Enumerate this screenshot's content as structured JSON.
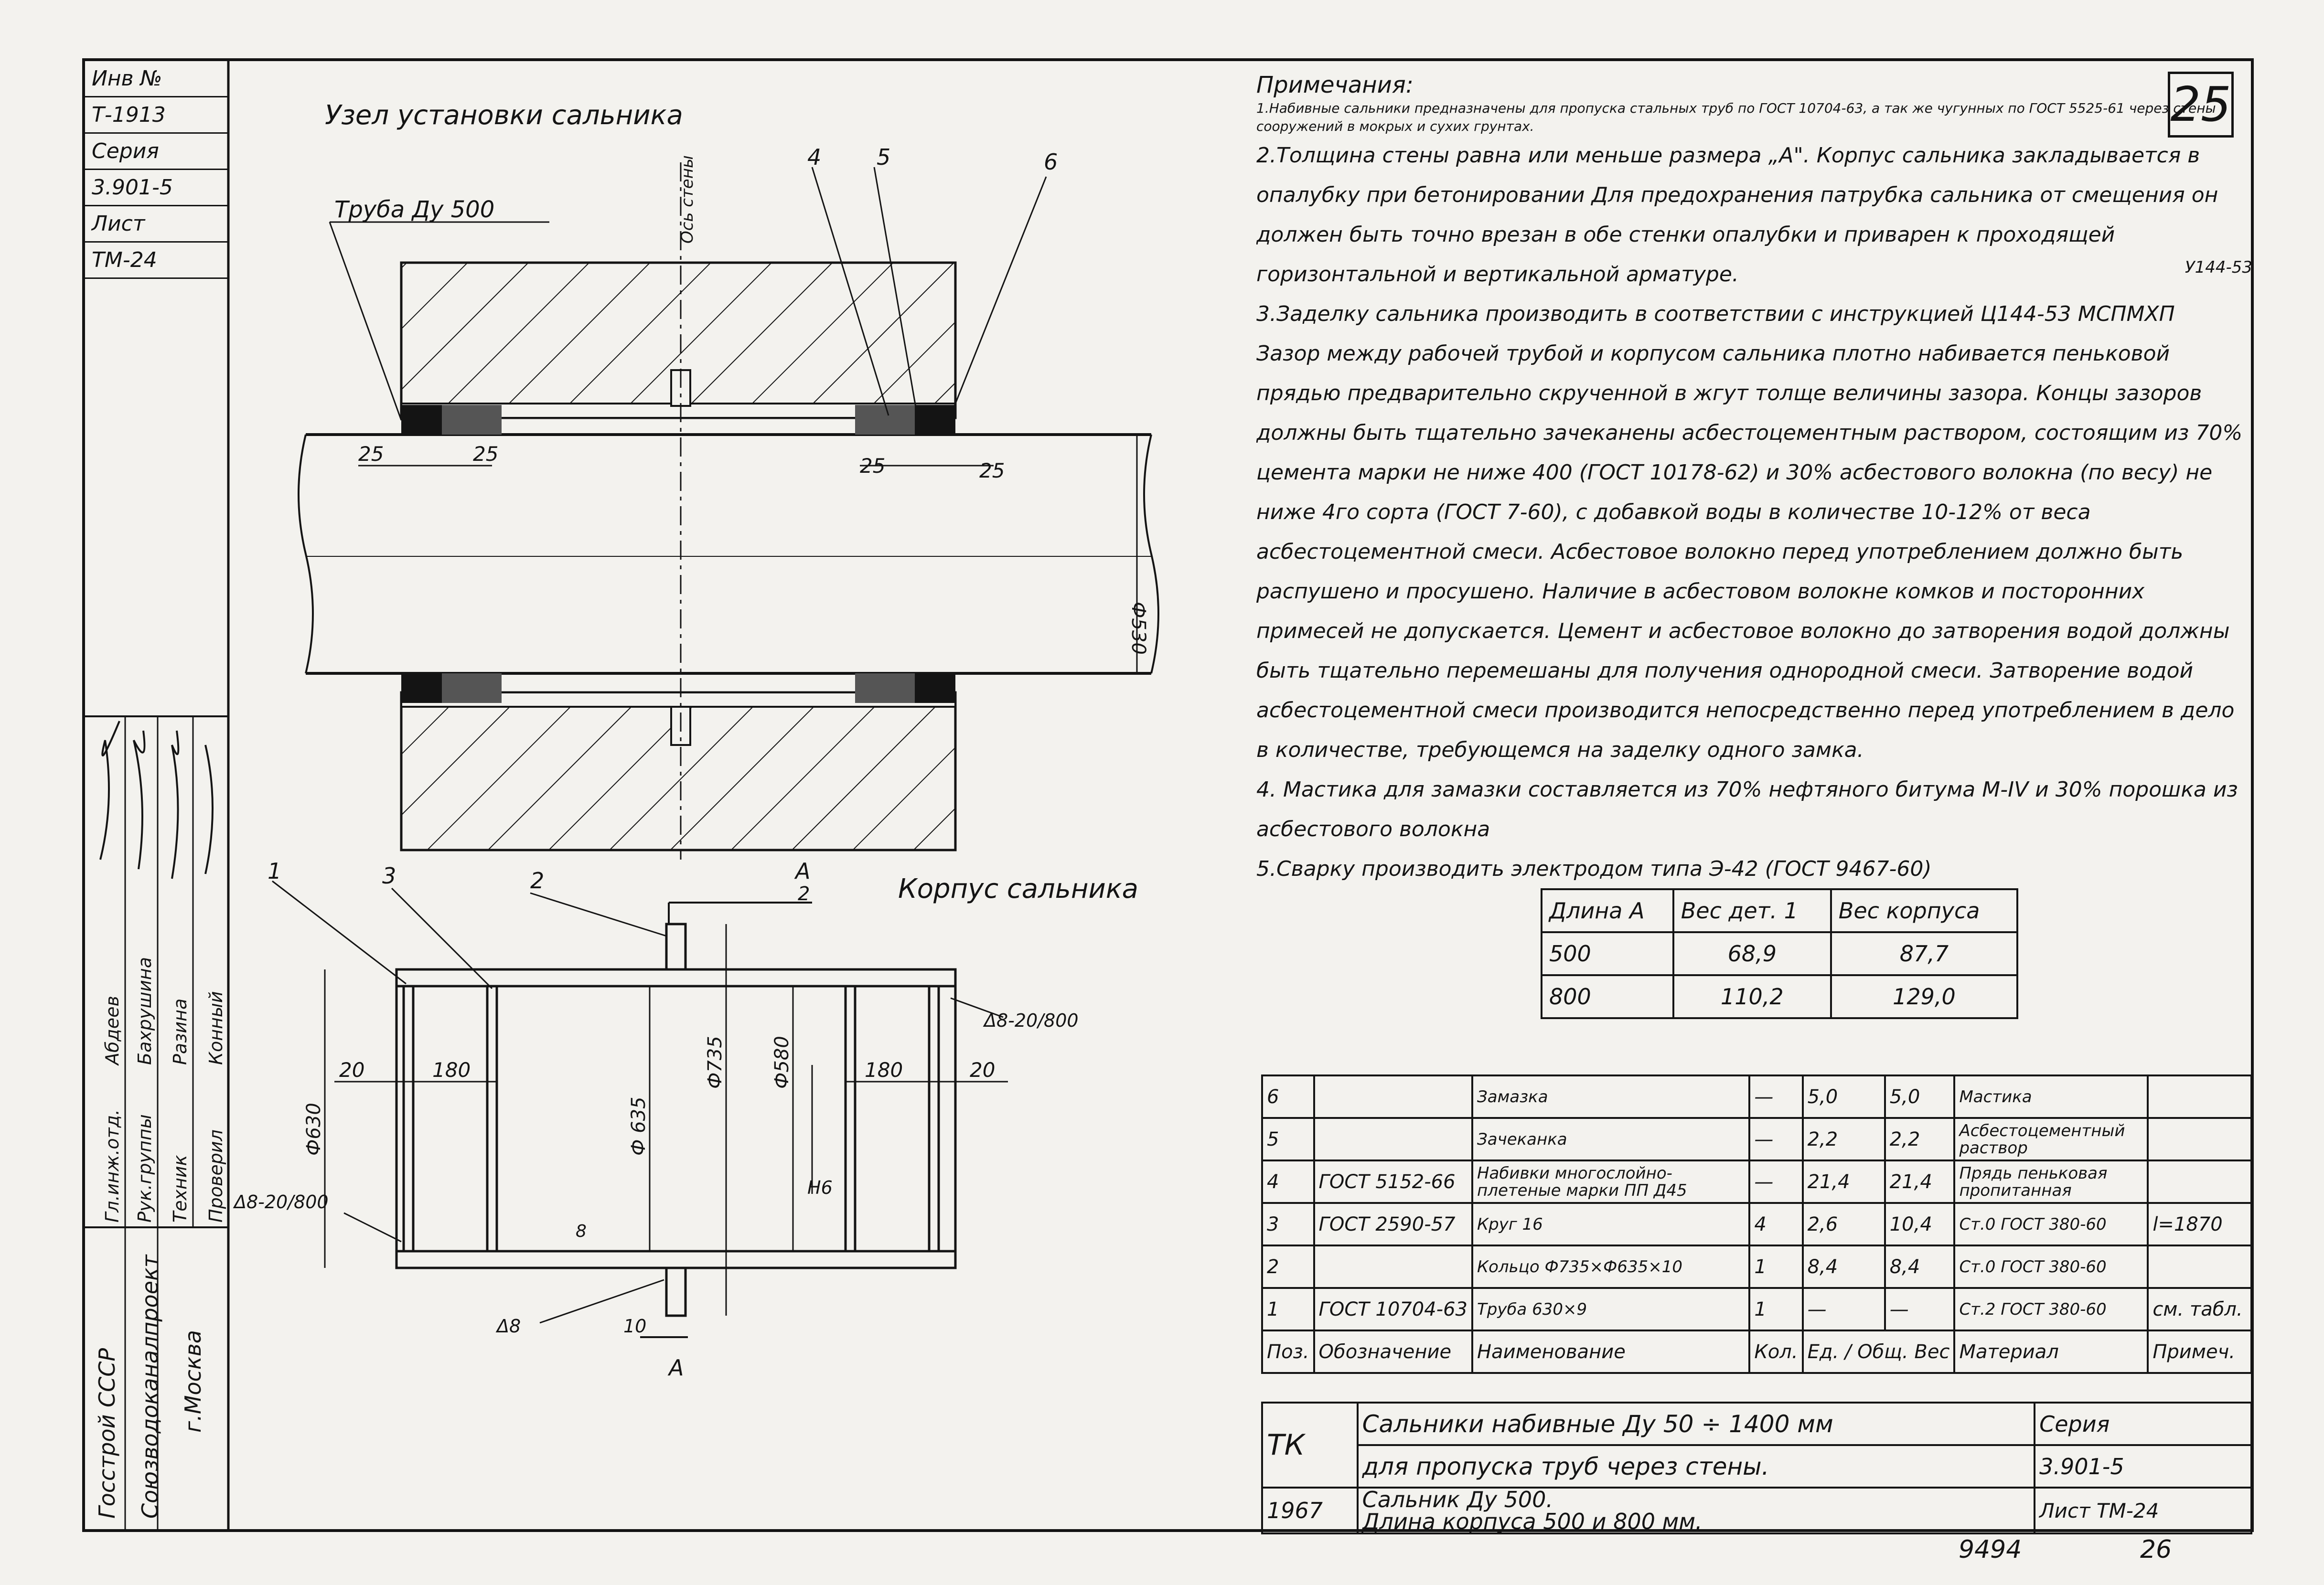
{
  "header_block": [
    "Инв №",
    "Т-1913",
    "Серия",
    "3.901-5",
    "Лист",
    "ТМ-24"
  ],
  "views": {
    "top_title": "Узел установки сальника",
    "pipe_label": "Труба Ду 500",
    "wall_axis_label": "Ось стены",
    "bottom_title": "Корпус сальника",
    "callouts": [
      "1",
      "2",
      "3",
      "4",
      "5",
      "6"
    ],
    "section_label": "А",
    "section_fraction_bottom": "2"
  },
  "dimensions": {
    "top": [
      "25",
      "25",
      "25",
      "25",
      "Ф530"
    ],
    "bottom": [
      "20",
      "180",
      "180",
      "20",
      "Ф630",
      "Ф 635",
      "Ф735",
      "Ф580",
      "Н6",
      "8",
      "10",
      "А",
      "Δ8-20/800",
      "Δ8-20/800",
      "Δ8"
    ]
  },
  "notes": {
    "title": "Примечания:",
    "items": [
      "1.Набивные сальники предназначены для пропуска стальных труб по ГОСТ 10704-63, а так же чугунных по ГОСТ 5525-61 через стены сооружений в мокрых и сухих грунтах.",
      "2.Толщина стены равна или меньше размера „А\". Корпус сальника закладывается в опалубку при бетонировании Для предохранения патрубка сальника от смещения он должен быть точно врезан в обе стенки опалубки и приварен к проходящей горизонтальной и вертикальной арматуре.",
      "3.Заделку сальника производить в соответствии с инструкцией  Ц144-53 МСПМХП",
      "Зазор между рабочей трубой и корпусом сальника плотно набивается пеньковой прядью предварительно скрученной в жгут толще величины зазора. Концы зазоров должны быть тщательно зачеканены асбестоцементным раствором, состоящим из 70% цемента марки не ниже 400 (ГОСТ 10178-62) и 30% асбестового волокна (по весу) не ниже 4го сорта (ГОСТ 7-60), с добавкой воды в количестве 10-12% от веса асбестоцементной смеси. Асбестовое волокно перед употреблением должно быть распушено и просушено. Наличие в асбестовом волокне комков и посторонних примесей не допускается. Цемент и асбестовое волокно до затворения водой должны быть тщательно перемешаны для получения однородной смеси. Затворение водой асбестоцементной смеси производится непосредственно перед употреблением в дело в количестве, требующемся на заделку одного замка.",
      "4. Мастика для замазки составляется из 70% нефтяного битума М-IV и 30% порошка из асбестового волокна",
      "5.Сварку производить электродом типа Э-42 (ГОСТ 9467-60)"
    ]
  },
  "weights_table": {
    "headers": [
      "Длина А",
      "Вес дет. 1",
      "Вес корпуса"
    ],
    "rows": [
      [
        "500",
        "68,9",
        "87,7"
      ],
      [
        "800",
        "110,2",
        "129,0"
      ]
    ]
  },
  "spec_table": {
    "rows": [
      [
        "6",
        "",
        "Замазка",
        "—",
        "5,0",
        "5,0",
        "Мастика",
        ""
      ],
      [
        "5",
        "",
        "Зачеканка",
        "—",
        "2,2",
        "2,2",
        "Асбестоцементный раствор",
        ""
      ],
      [
        "4",
        "ГОСТ 5152-66",
        "Набивки многослойно-плетеные марки ПП Д45",
        "—",
        "21,4",
        "21,4",
        "Прядь пеньковая пропитанная",
        ""
      ],
      [
        "3",
        "ГОСТ 2590-57",
        "Круг 16",
        "4",
        "2,6",
        "10,4",
        "Ст.0 ГОСТ 380-60",
        "l=1870"
      ],
      [
        "2",
        "",
        "Кольцо Ф735×Ф635×10",
        "1",
        "8,4",
        "8,4",
        "Ст.0 ГОСТ 380-60",
        ""
      ],
      [
        "1",
        "ГОСТ 10704-63",
        "Труба 630×9",
        "1",
        "—",
        "—",
        "Ст.2 ГОСТ 380-60",
        "см. табл."
      ]
    ],
    "weight_subheaders": [
      "Ед.",
      "Общ."
    ],
    "header": [
      "Поз.",
      "Обозначение",
      "Наименование",
      "Кол.",
      "Вес",
      "Материал",
      "Примеч."
    ]
  },
  "title_block": {
    "org1": "ТК",
    "line1": "Сальники набивные  Ду 50 ÷ 1400 мм",
    "line2": "для пропуска труб через стены.",
    "series_label": "Серия",
    "series": "3.901-5",
    "year": "1967",
    "line3": "Сальник  Ду 500.",
    "line4": "Длина корпуса  500 и 800 мм.",
    "sheet": "Лист ТМ-24"
  },
  "signatures": {
    "roles": [
      "Гл.инж.отд.",
      "Рук.группы",
      "Техник",
      "Проверил"
    ],
    "names": [
      "Абдеев",
      "Бахрушина",
      "Разина",
      "Конный"
    ]
  },
  "org_vertical": [
    "Госстрой СССР",
    "Союзводоканалпроект",
    "г.Москва"
  ],
  "stamp_number": "25",
  "sheet_corner_code": "У144-53",
  "footer": {
    "left": "9494",
    "right": "26"
  }
}
